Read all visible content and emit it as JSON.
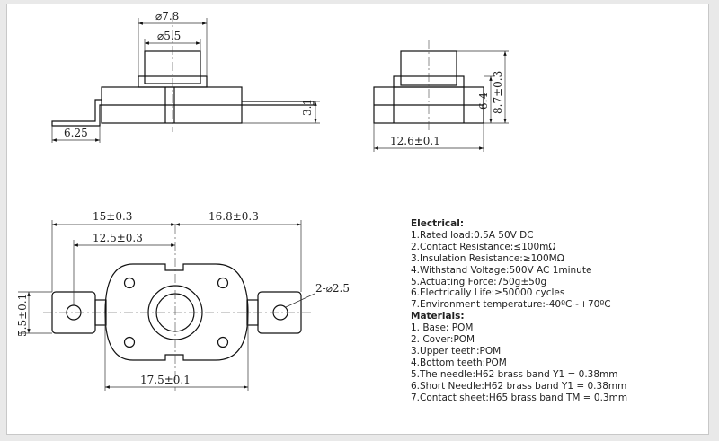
{
  "dimensions": {
    "outer_dia": "⌀7.8",
    "inner_dia": "⌀5.5",
    "lead_len": "6.25",
    "base_h": "3.1",
    "width_side": "12.6±0.1",
    "body_h": "6.4",
    "total_h": "8.7±0.3",
    "half_left": "15±0.3",
    "half_right": "16.8±0.3",
    "half_inner": "12.5±0.3",
    "tab_w": "5.5±0.1",
    "body_w": "17.5±0.1",
    "holes": "2-⌀2.5"
  },
  "specs": {
    "electrical_title": "Electrical:",
    "electrical": [
      "1.Rated load:0.5A 50V DC",
      "2.Contact Resistance:≤100mΩ",
      "3.Insulation Resistance:≥100MΩ",
      "4.Withstand Voltage:500V AC 1minute",
      "5.Actuating Force:750g±50g",
      "6.Electrically Life:≥50000 cycles",
      "7.Environment temperature:-40ºC~+70ºC"
    ],
    "materials_title": "Materials:",
    "materials": [
      "1. Base: POM",
      "2. Cover:POM",
      "3.Upper teeth:POM",
      "4.Bottom teeth:POM",
      "5.The needle:H62 brass band Y1 = 0.38mm",
      "6.Short Needle:H62 brass band Y1 = 0.38mm",
      "7.Contact sheet:H65 brass band TM = 0.3mm"
    ]
  }
}
